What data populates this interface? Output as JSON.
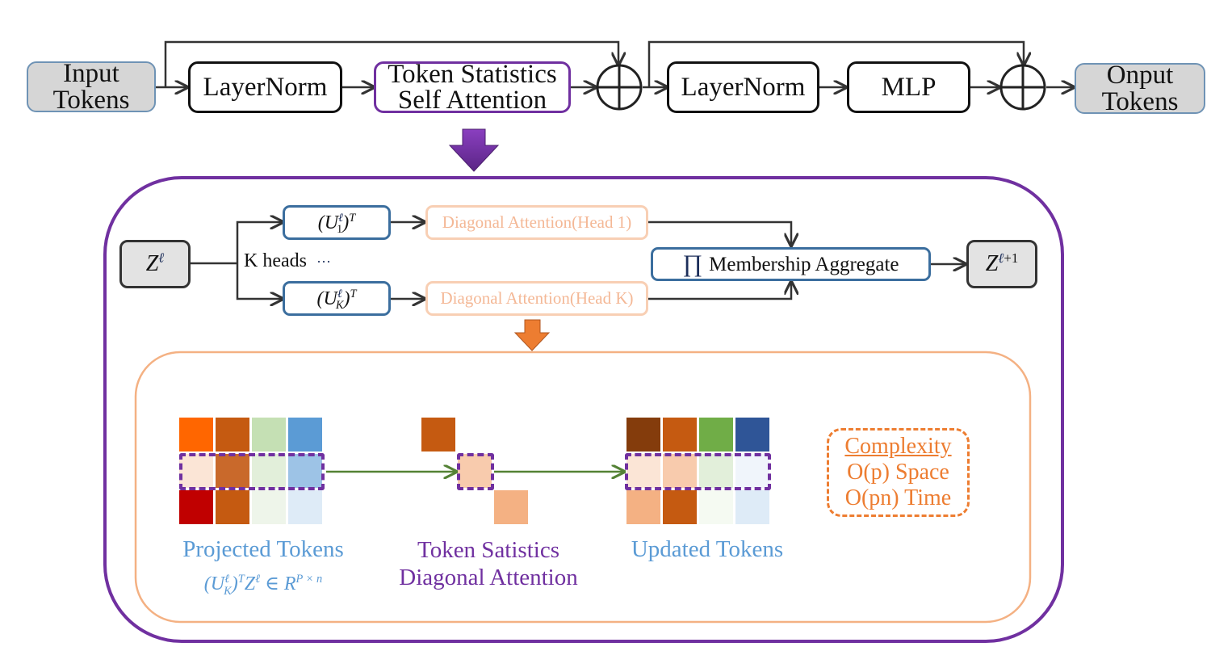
{
  "top_pipeline": {
    "input": {
      "line1": "Input",
      "line2": "Tokens"
    },
    "layernorm1": "LayerNorm",
    "attention": {
      "line1": "Token Statistics",
      "line2": "Self Attention"
    },
    "add1_icon": "circle-plus-icon",
    "layernorm2": "LayerNorm",
    "mlp": "MLP",
    "add2_icon": "circle-plus-icon",
    "output": {
      "line1": "Onput",
      "line2": "Tokens"
    }
  },
  "attention_detail": {
    "input_var": {
      "base": "Z",
      "sup": "ℓ"
    },
    "heads_label": "K heads",
    "heads_ellipsis": "···",
    "head1": {
      "proj_base": "(U",
      "proj_sup": "ℓ",
      "proj_sub": "1",
      "proj_close": ")",
      "proj_T": "T",
      "diag": "Diagonal Attention(Head 1)"
    },
    "headK": {
      "proj_base": "(U",
      "proj_sup": "ℓ",
      "proj_sub": "K",
      "proj_close": ")",
      "proj_T": "T",
      "diag": "Diagonal Attention(Head K)"
    },
    "aggregate": {
      "symbol": "∏",
      "label": "Membership Aggregate"
    },
    "output_var": {
      "base": "Z",
      "sup_ell": "ℓ",
      "sup_rest": "+1"
    }
  },
  "mechanism": {
    "projected": {
      "title": "Projected Tokens",
      "formula": {
        "a": "(U",
        "sup": "ℓ",
        "sub": "K",
        "b": ")",
        "T": "T",
        "c": "Z",
        "sup2": "ℓ",
        "d": " ∈ R",
        "dims": "P × n"
      },
      "grid": [
        [
          "#ff6600",
          "#c55a11",
          "#c5e0b4",
          "#5b9bd5"
        ],
        [
          "#fbe5d6",
          "#c9692b",
          "#e2efda",
          "#9dc3e6"
        ],
        [
          "#c00000",
          "#c55a11",
          "#eef5ea",
          "#deebf7"
        ]
      ]
    },
    "diagonal": {
      "title_line1": "Token Satistics",
      "title_line2": "Diagonal Attention",
      "cells": [
        "#c55a11",
        "#f8cbad",
        "#f4b183"
      ]
    },
    "updated": {
      "title": "Updated Tokens",
      "grid": [
        [
          "#843c0c",
          "#c55a11",
          "#70ad47",
          "#2f5597"
        ],
        [
          "#fbe5d6",
          "#f8cbad",
          "#e2efda",
          "#f0f5fb"
        ],
        [
          "#f4b183",
          "#c55a11",
          "#f5faf2",
          "#deebf7"
        ]
      ]
    },
    "complexity": {
      "title": "Complexity",
      "space": "O(p) Space",
      "time": "O(pn) Time"
    }
  },
  "colors": {
    "purple": "#7030a0",
    "orange": "#ed7d31",
    "light_orange": "#f8cbad",
    "blue": "#5b9bd5",
    "green_arrow": "#548235",
    "io_fill": "#d6d6d6"
  }
}
